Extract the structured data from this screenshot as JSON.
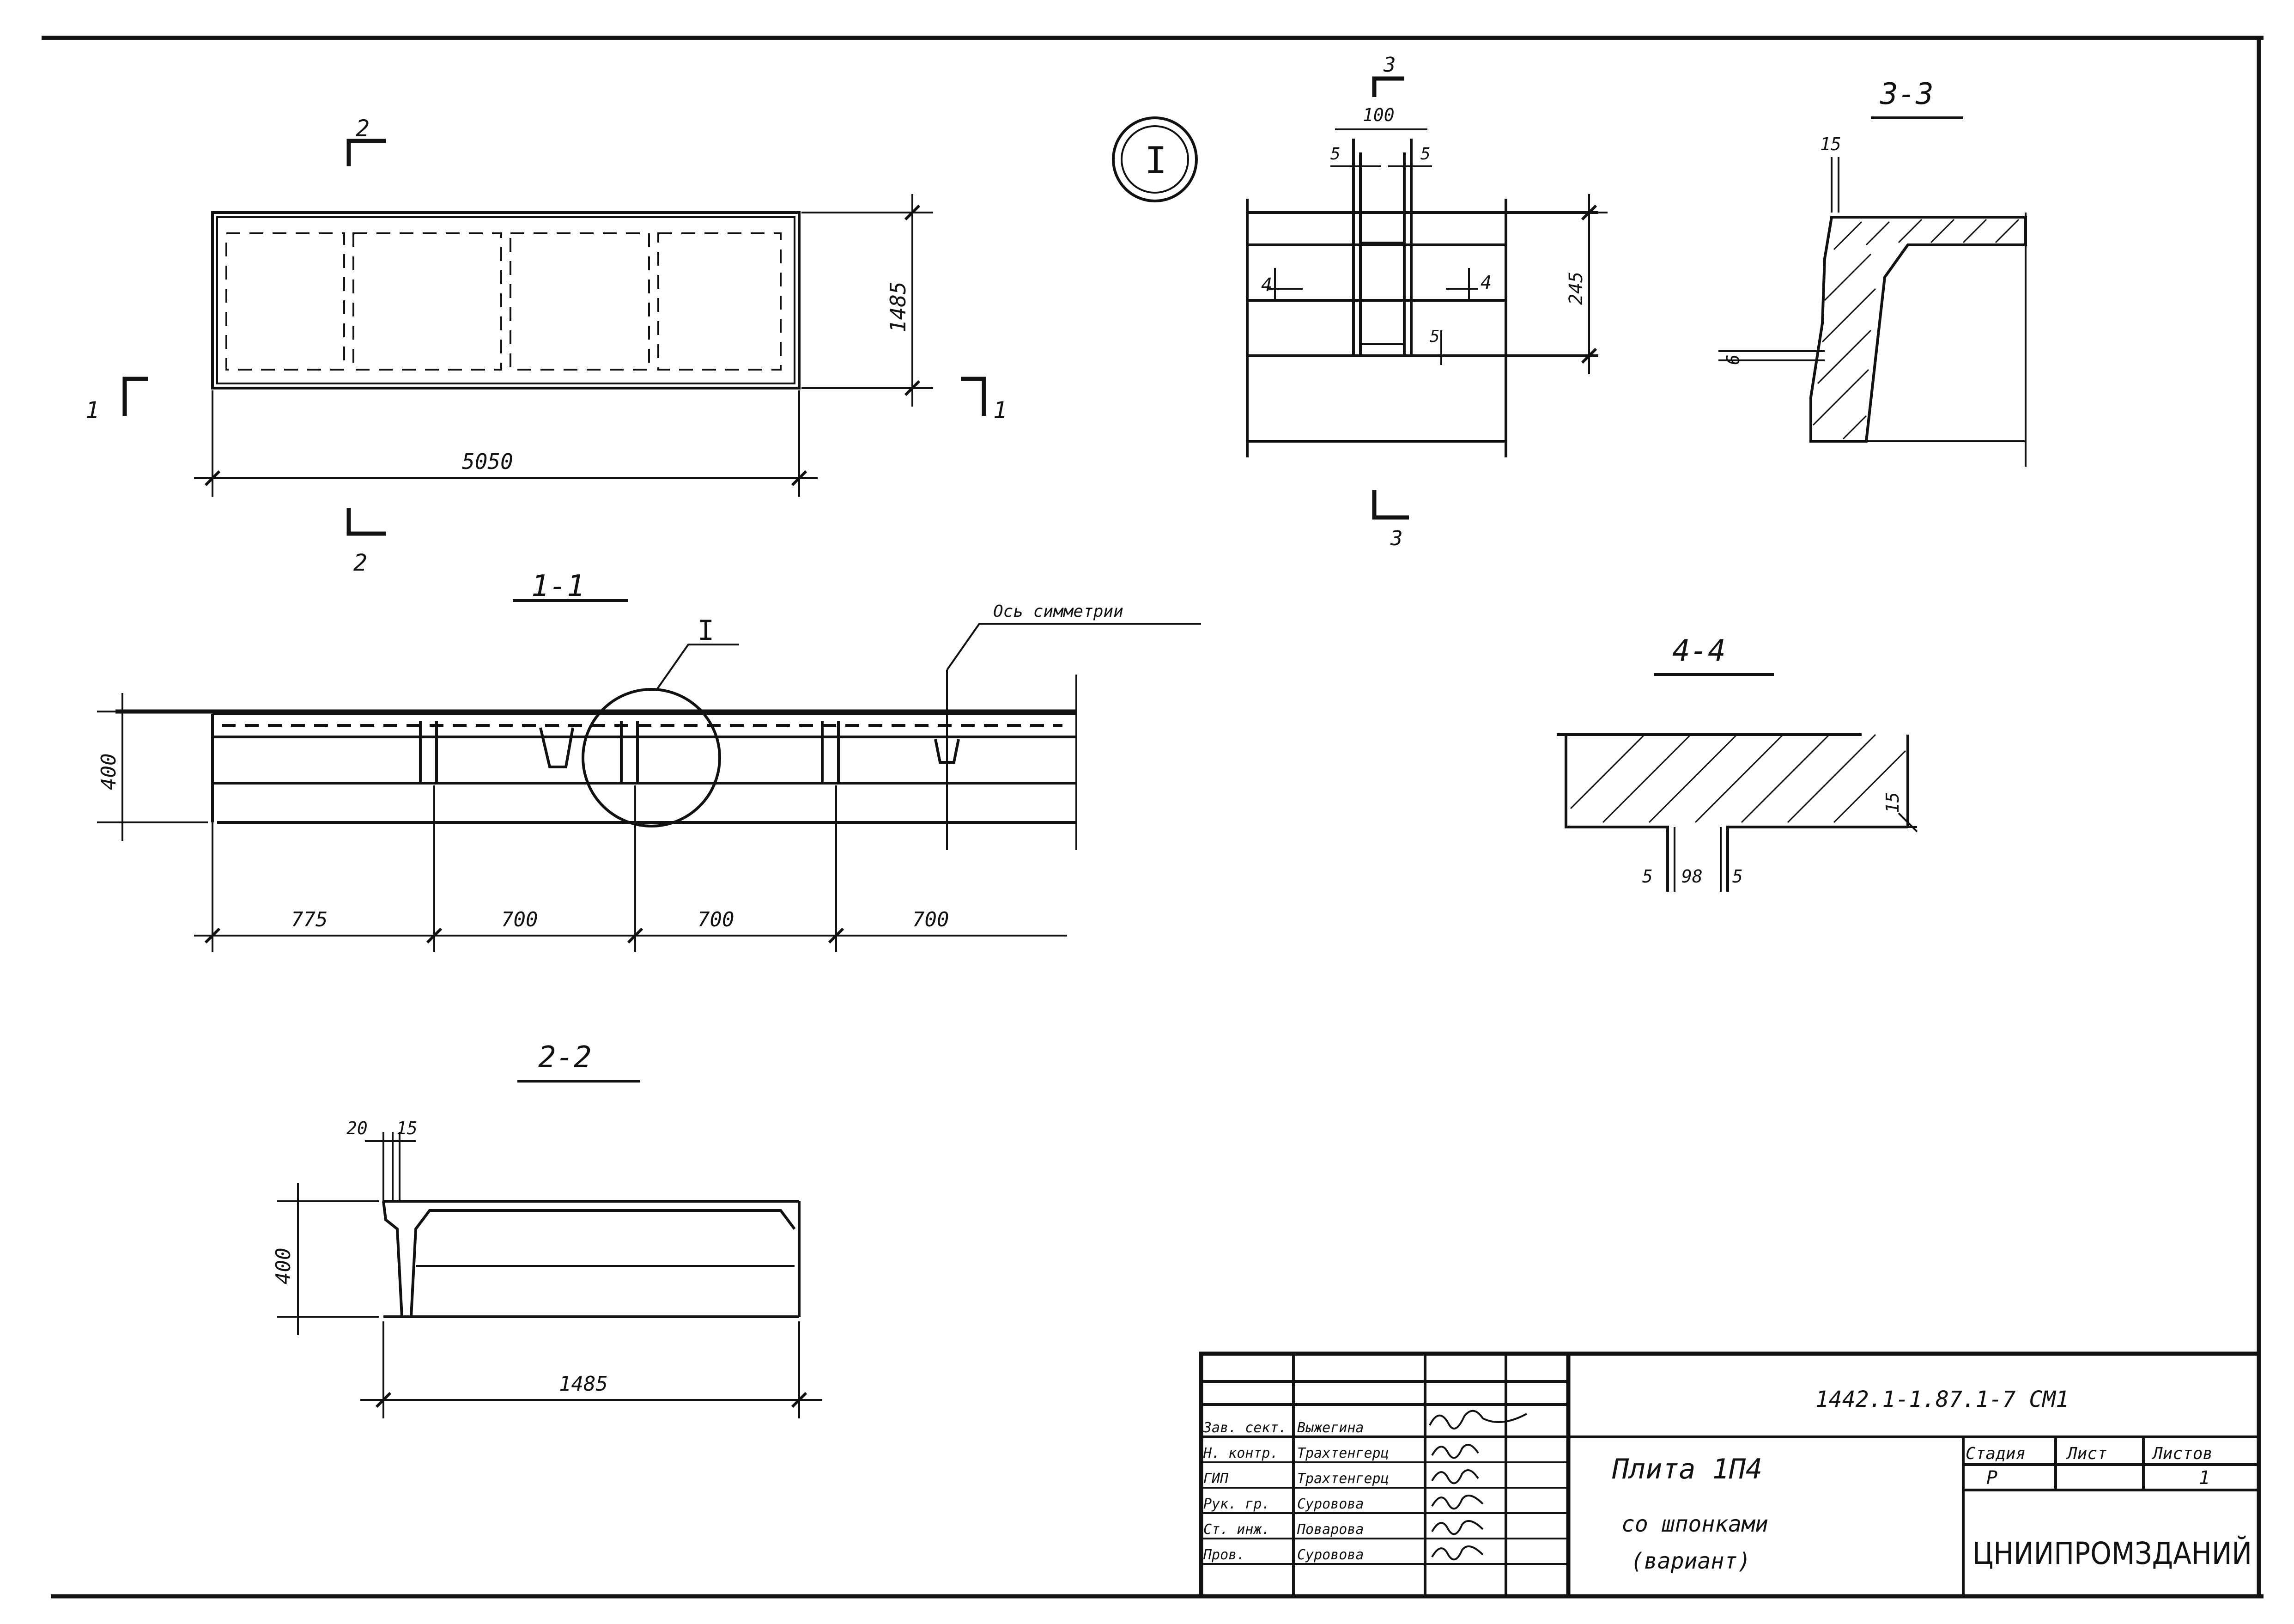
{
  "detail_marker": "I",
  "sections": {
    "s11": "1-1",
    "s22": "2-2",
    "s33": "3-3",
    "s44": "4-4"
  },
  "cut_marks": {
    "c1": "1",
    "c2": "2",
    "c3": "3"
  },
  "axis_note": "Ось симметрии",
  "dims": {
    "plan_length": "5050",
    "plan_width": "1485",
    "height_400": "400",
    "seg_775": "775",
    "seg_700": "700",
    "width_1485": "1485",
    "d20": "20",
    "d15": "15",
    "d100": "100",
    "d5": "5",
    "d4": "4",
    "d245": "245",
    "d6": "6",
    "d98": "98"
  },
  "title_block": {
    "doc_code": "1442.1-1.87.1-7 СМ1",
    "title_line1": "Плита 1П4",
    "title_line2": "со шпонками",
    "title_line3": "(вариант)",
    "stage_label": "Стадия",
    "sheet_label": "Лист",
    "sheets_label": "Листов",
    "stage_value": "Р",
    "sheets_value": "1",
    "organization": "ЦНИИПРОМЗДАНИЙ",
    "staff": [
      {
        "role": "Зав. сект.",
        "name": "Выжегина"
      },
      {
        "role": "Н. контр.",
        "name": "Трахтенгерц"
      },
      {
        "role": "ГИП",
        "name": "Трахтенгерц"
      },
      {
        "role": "Рук. гр.",
        "name": "Суровова"
      },
      {
        "role": "Ст. инж.",
        "name": "Поварова"
      },
      {
        "role": "Пров.",
        "name": "Суровова"
      }
    ]
  }
}
